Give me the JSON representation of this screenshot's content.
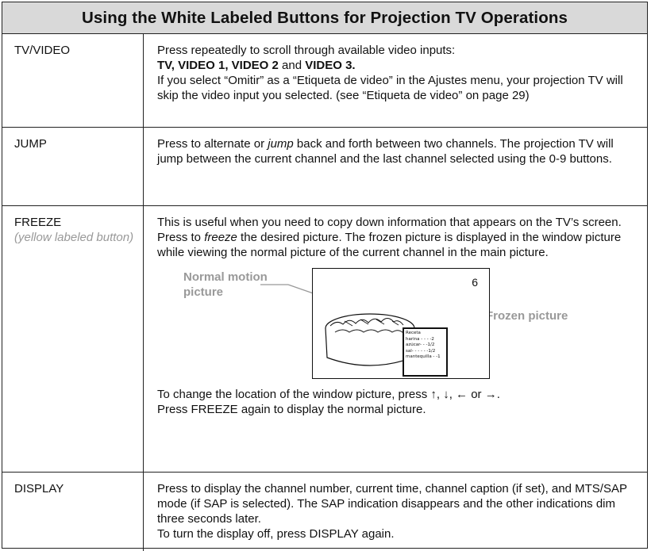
{
  "header": {
    "title": "Using the White Labeled Buttons for Projection TV Operations"
  },
  "rows": {
    "tvvideo": {
      "label": "TV/VIDEO",
      "line1": "Press repeatedly to scroll through available video inputs:",
      "inputs_a": "TV, VIDEO 1, VIDEO 2",
      "inputs_and": " and ",
      "inputs_b": "VIDEO 3.",
      "line3": "If you select “Omitir” as a “Etiqueta de video” in the Ajustes menu, your projection TV will skip the video input you selected. (see “Etiqueta de video” on page 29)"
    },
    "jump": {
      "label": "JUMP",
      "pre": "Press to alternate or ",
      "em": "jump",
      "post": " back and forth between two channels. The projection TV will jump between the current channel and the last channel selected using the 0-9 buttons."
    },
    "freeze": {
      "label": "FREEZE",
      "sublabel": "(yellow labeled button)",
      "line1": "This is useful when you need to copy down information that appears on the TV’s screen.",
      "pre": "Press to ",
      "em": "freeze",
      "post": " the desired picture. The frozen picture is displayed in the window picture while viewing the normal picture of the current channel in the main picture.",
      "illustration": {
        "normal_label": "Normal motion picture",
        "frozen_label": "Frozen picture",
        "channel": "6",
        "recipe": [
          "Receta",
          "harina - - - -2",
          "azúcar- - -1/2",
          "sal- - - - - -1/2",
          "mantequilla - -1"
        ]
      },
      "location_pre": "To change the location of the window picture, press ",
      "arrows": "↑, ↓, ←",
      "or": " or ",
      "arrow_last": "→",
      "location_post": ".",
      "again": "Press FREEZE again to display the normal picture."
    },
    "display": {
      "label": "DISPLAY",
      "line1": "Press to display the channel number, current time, channel caption (if set), and MTS/SAP mode (if SAP is selected). The SAP indication disappears and the other indications dim three seconds later.",
      "line2": "To turn the display off, press DISPLAY again."
    }
  }
}
